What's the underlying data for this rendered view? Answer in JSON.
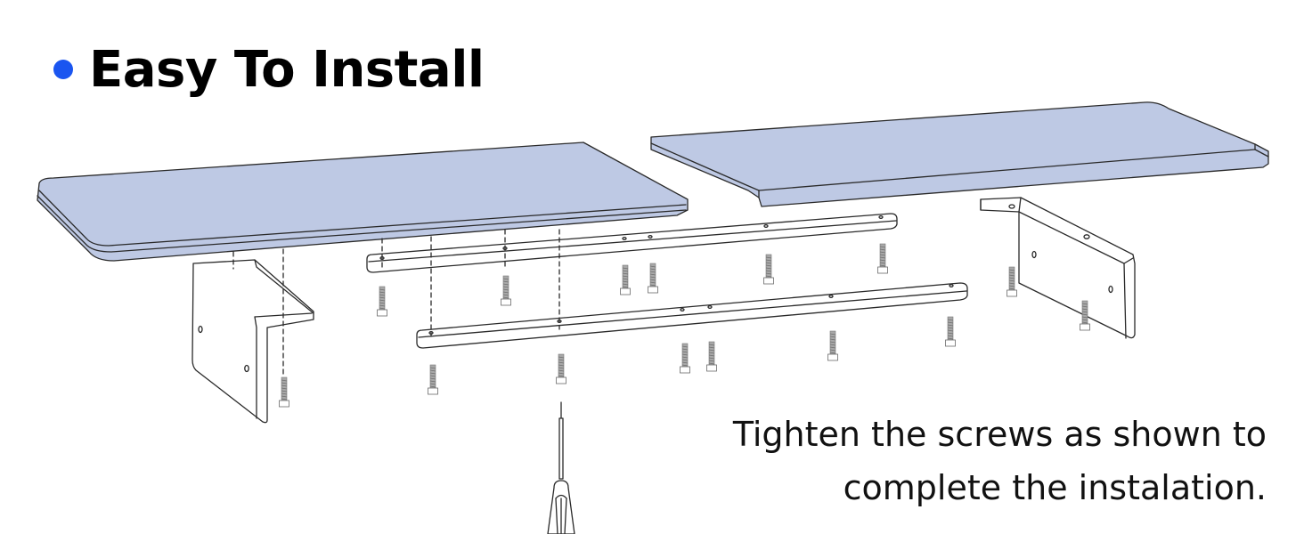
{
  "heading": {
    "text": "Easy To Install",
    "bullet_color": "#1a55f0"
  },
  "caption": {
    "line1": "Tighten the screws as shown to",
    "line2": "complete the instalation."
  },
  "colors": {
    "board_fill": "#bec9e4",
    "outline": "#2a2a2a",
    "screw": "#a8a8a8"
  }
}
